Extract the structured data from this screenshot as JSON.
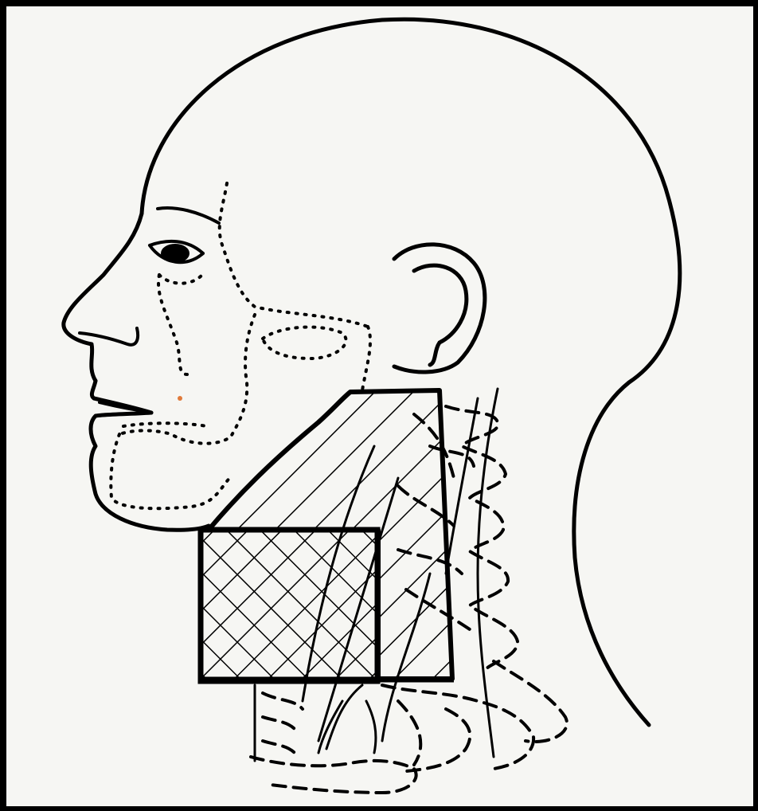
{
  "figure": {
    "subject": "head-and-neck-lateral-view",
    "colors": {
      "frame": "#000000",
      "paper": "#f6f6f3",
      "ink": "#000000",
      "mark": "#e07a3a"
    },
    "regions": [
      {
        "name": "upper-neck-hatched-region",
        "pattern": "diagonal-hatch"
      },
      {
        "name": "lower-neck-crosshatched-region",
        "pattern": "cross-hatch"
      }
    ]
  }
}
